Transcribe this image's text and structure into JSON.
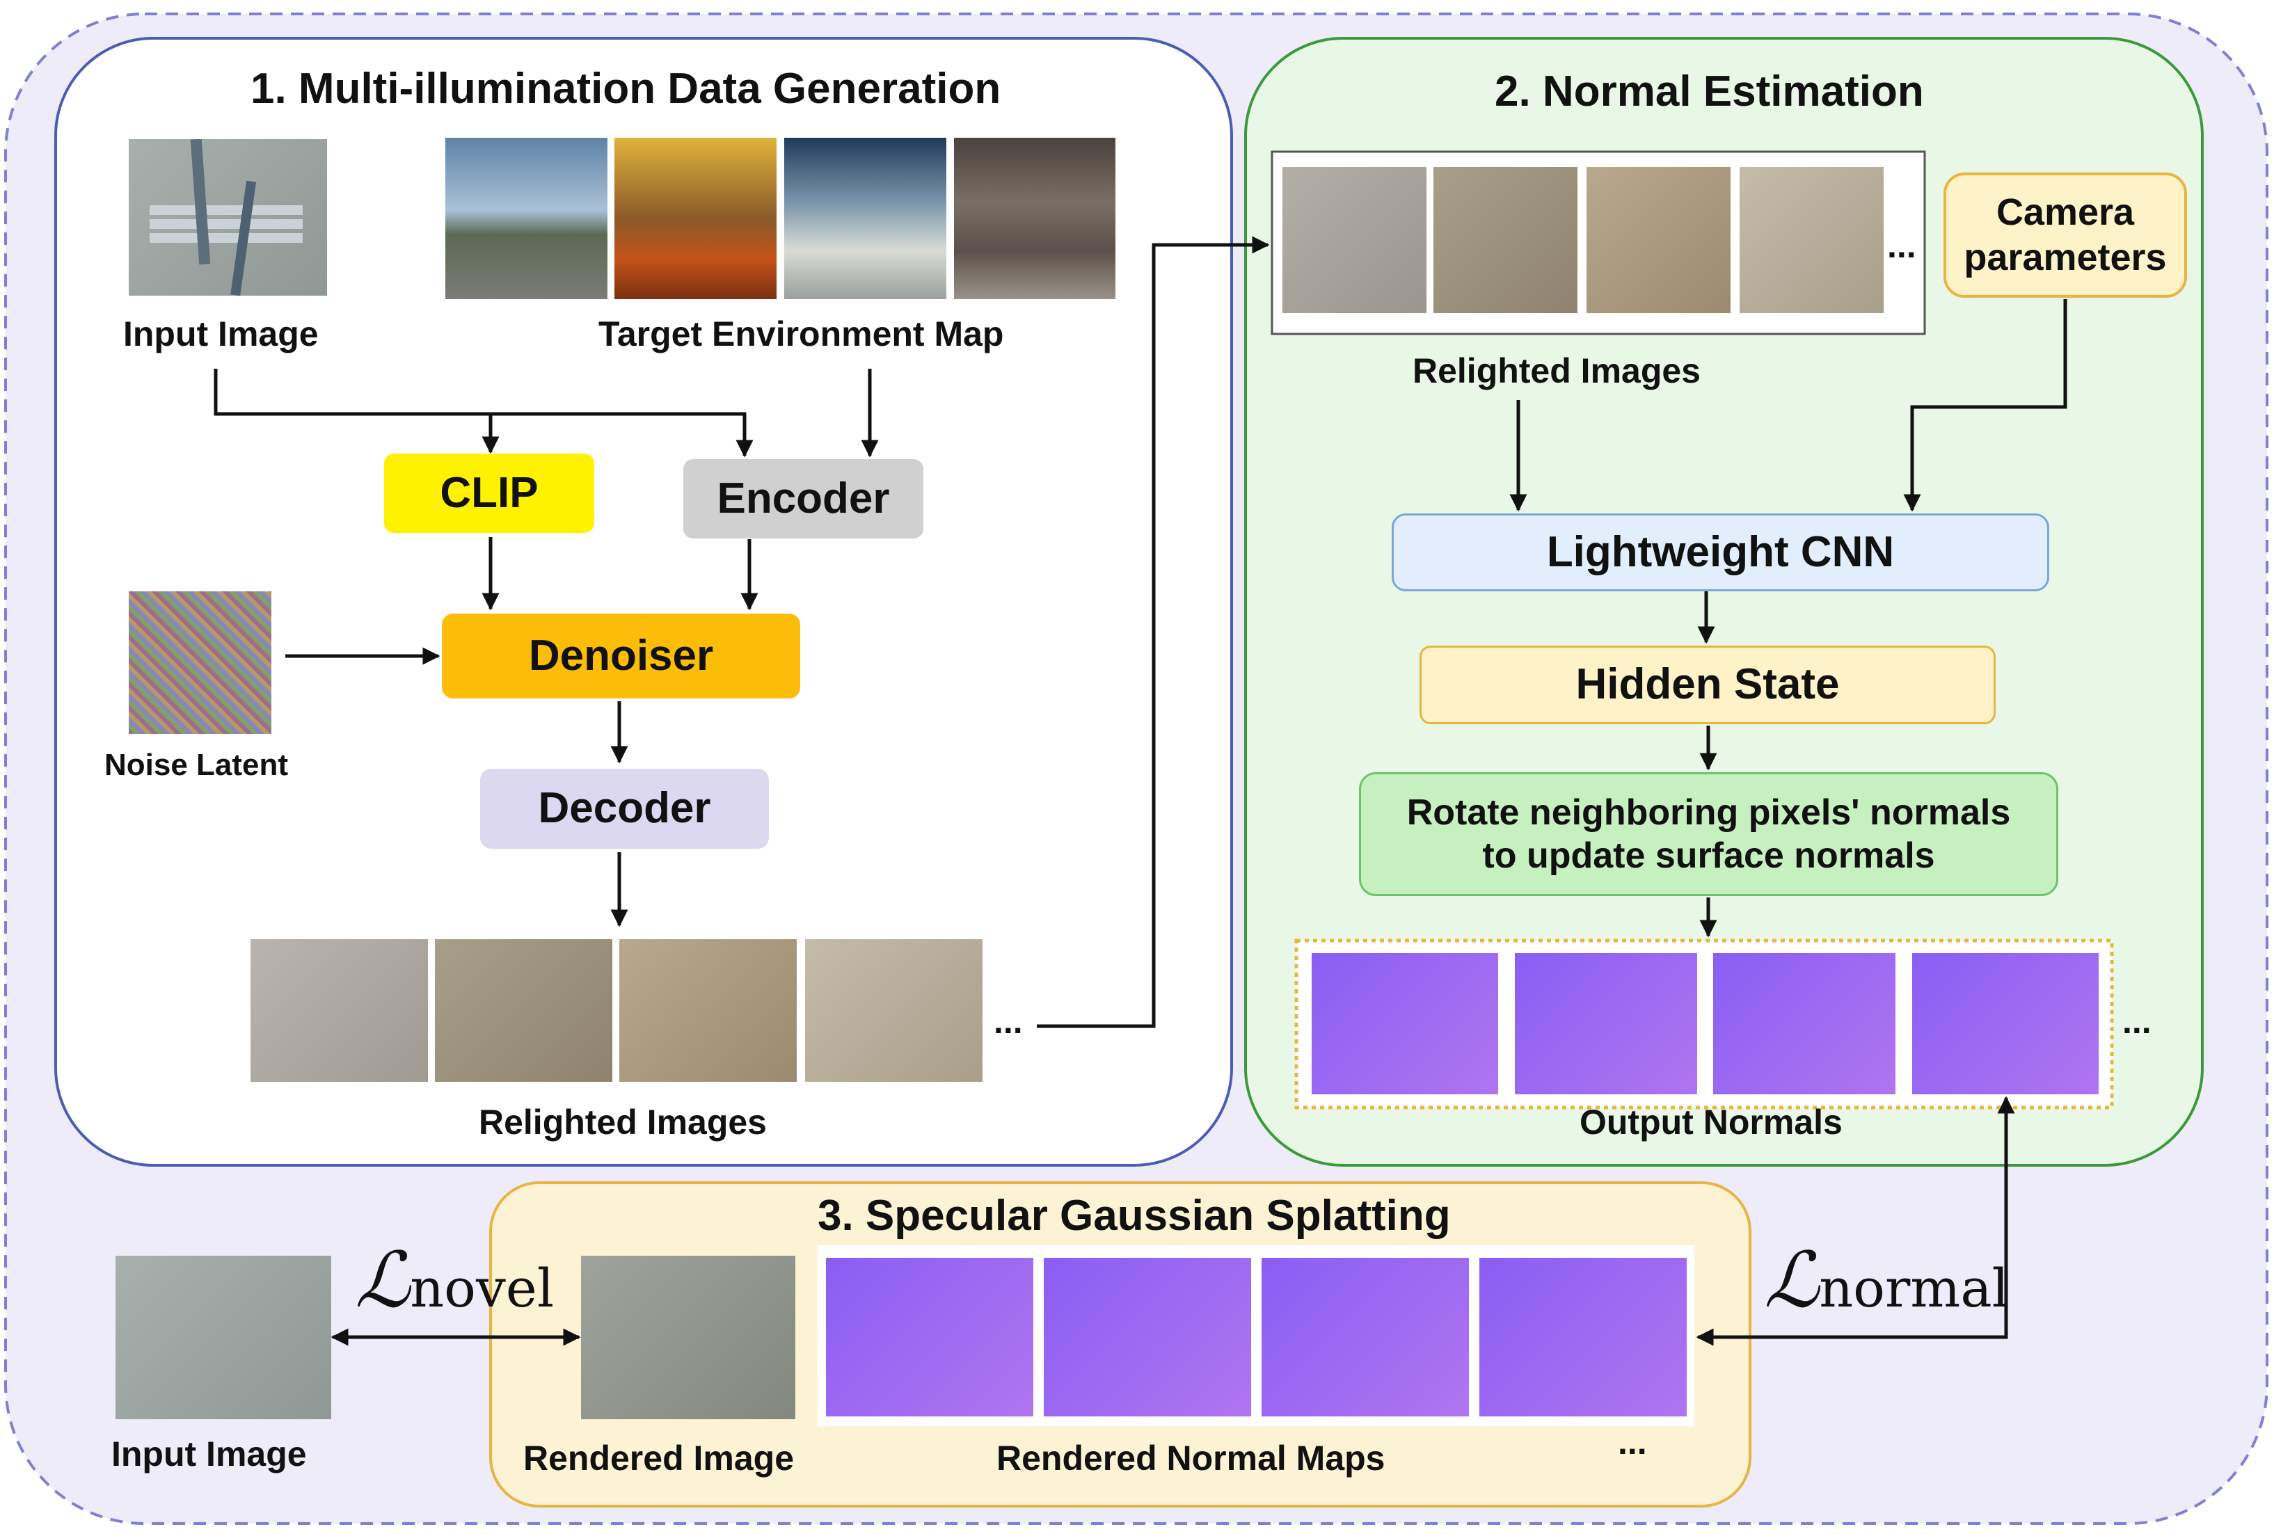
{
  "sections": {
    "s1_title": "1. Multi-illumination Data Generation",
    "s2_title": "2. Normal Estimation",
    "s3_title": "3. Specular Gaussian Splatting"
  },
  "labels": {
    "input_image_1": "Input Image",
    "target_env_map": "Target Environment Map",
    "noise_latent": "Noise Latent",
    "relighted_images_1": "Relighted Images",
    "relighted_images_2": "Relighted Images",
    "output_normals": "Output Normals",
    "input_image_2": "Input Image",
    "rendered_image": "Rendered Image",
    "rendered_normal_maps": "Rendered Normal Maps"
  },
  "blocks": {
    "clip": "CLIP",
    "encoder": "Encoder",
    "denoiser": "Denoiser",
    "decoder": "Decoder",
    "camera_line1": "Camera",
    "camera_line2": "parameters",
    "cnn": "Lightweight CNN",
    "hidden_state": "Hidden State",
    "rotate_line1": "Rotate neighboring pixels' normals",
    "rotate_line2": "to update surface normals"
  },
  "ellipsis": "...",
  "losses": {
    "script": "ℒ",
    "novel_sub": "novel",
    "normal_sub": "normal"
  },
  "colors": {
    "outer_bg": "#efecfa",
    "outer_border": "#7f7fd6",
    "s1_border": "#4a5db5",
    "s2_bg": "#e9f8e6",
    "s2_border": "#3a9a3a",
    "s3_bg": "#fcf3d5",
    "s3_border": "#e8b442",
    "clip": "#fff200",
    "encoder": "#d0d0d0",
    "denoiser": "#fbbd08",
    "decoder": "#dcd8ef",
    "cnn_bg": "#e2eefb",
    "hidden_bg": "#fdf2c8",
    "rotate_bg": "#c6f0c0",
    "normal_map": "#9a5ef3"
  }
}
